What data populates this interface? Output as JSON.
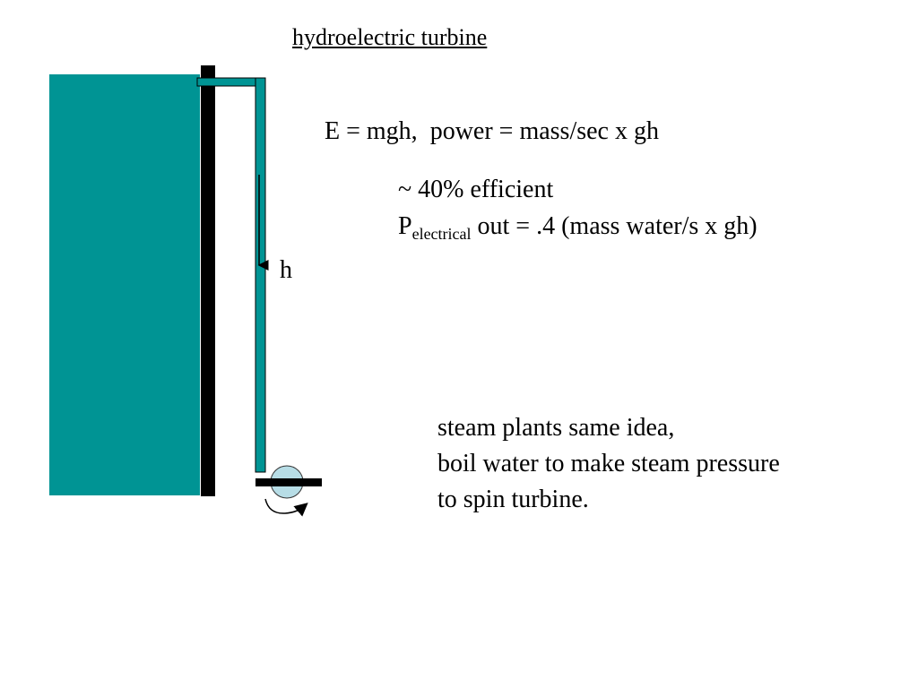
{
  "title": "hydroelectric turbine",
  "equation": {
    "energy": "E = mgh,",
    "power": "power = mass/sec x gh"
  },
  "efficiency": "~ 40% efficient",
  "power_out": {
    "symbol": "P",
    "subscript": "electrical",
    "expression": "out = .4 (mass water/s x gh)"
  },
  "height_label": "h",
  "steam_note": [
    "steam plants same idea,",
    "boil water to make steam pressure",
    "to spin turbine."
  ],
  "colors": {
    "water": "#009494",
    "dam": "#000000",
    "turbine": "#b7dde6",
    "background": "#ffffff"
  }
}
